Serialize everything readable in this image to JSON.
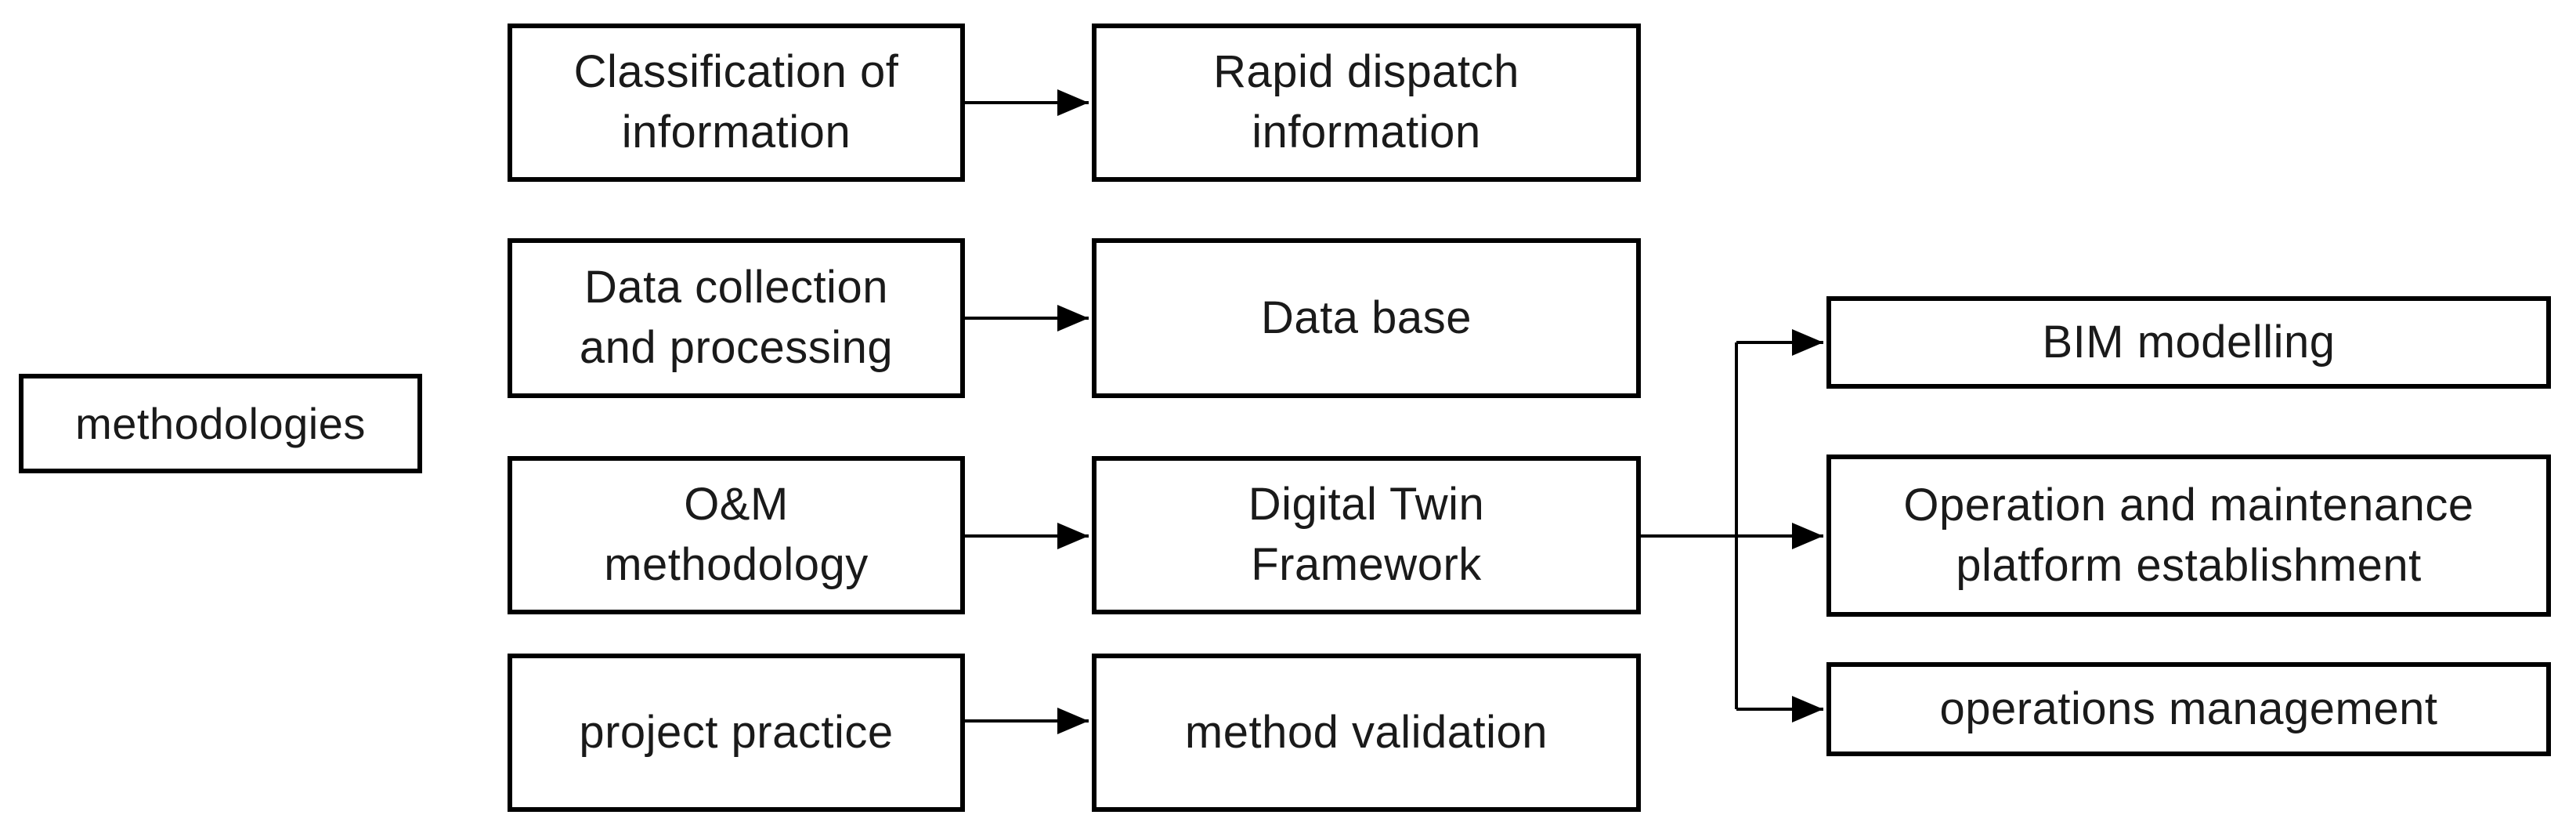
{
  "diagram": {
    "type": "flowchart",
    "colors": {
      "background": "#ffffff",
      "box_fill": "#ffffff",
      "line": "#000000",
      "text": "#1a1a1a"
    },
    "nodes": {
      "root": {
        "id": "methodologies",
        "label": "methodologies"
      },
      "stage1": [
        {
          "id": "classification",
          "label": "Classification of\ninformation"
        },
        {
          "id": "data_collection",
          "label": "Data collection\nand processing"
        },
        {
          "id": "om_methodology",
          "label": "O&M\nmethodology"
        },
        {
          "id": "project_practice",
          "label": "project practice"
        }
      ],
      "stage2": [
        {
          "id": "rapid_dispatch",
          "label": "Rapid dispatch\ninformation"
        },
        {
          "id": "database",
          "label": "Data base"
        },
        {
          "id": "digital_twin",
          "label": "Digital Twin\nFramework"
        },
        {
          "id": "method_validation",
          "label": "method validation"
        }
      ],
      "stage3": [
        {
          "id": "bim_modelling",
          "label": "BIM modelling"
        },
        {
          "id": "om_platform",
          "label": "Operation and maintenance\nplatform establishment"
        },
        {
          "id": "ops_management",
          "label": "operations management"
        }
      ]
    },
    "edges": [
      {
        "from": "classification",
        "to": "rapid_dispatch"
      },
      {
        "from": "data_collection",
        "to": "database"
      },
      {
        "from": "om_methodology",
        "to": "digital_twin"
      },
      {
        "from": "project_practice",
        "to": "method_validation"
      },
      {
        "from": "digital_twin",
        "to": "bim_modelling"
      },
      {
        "from": "digital_twin",
        "to": "om_platform"
      },
      {
        "from": "digital_twin",
        "to": "ops_management"
      }
    ]
  }
}
